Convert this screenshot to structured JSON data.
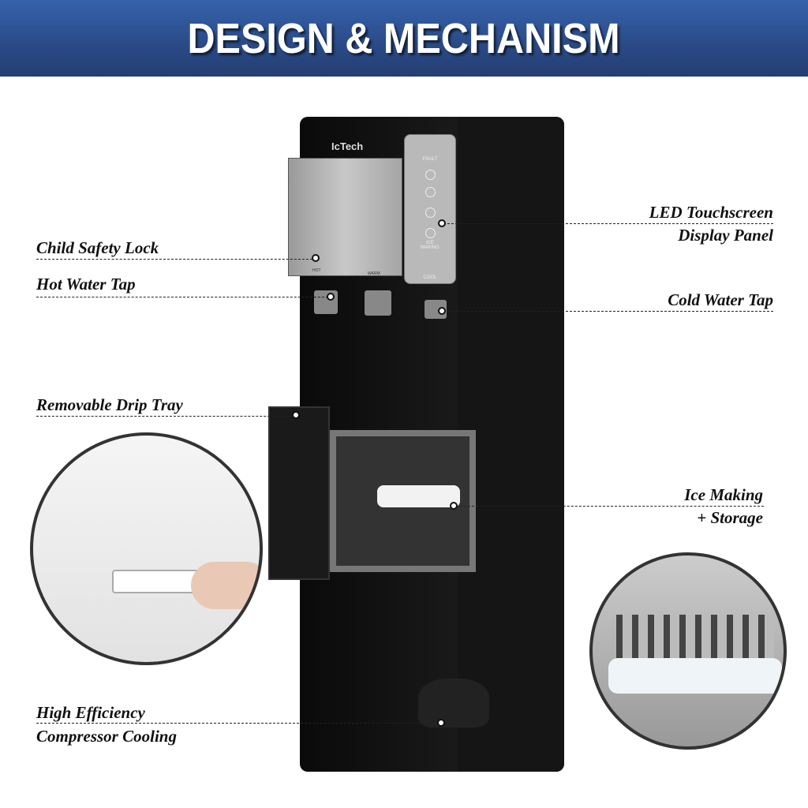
{
  "header": {
    "title": "DESIGN & MECHANISM"
  },
  "product": {
    "brand": "IcTech",
    "panel_labels": {
      "fault": "FAULT",
      "ice_making": "ICE MAKING"
    },
    "tap_labels": {
      "hot": "HOT",
      "warm": "WARM",
      "cool": "COOL"
    }
  },
  "callouts": {
    "child_lock": "Child Safety Lock",
    "hot_tap": "Hot Water Tap",
    "drip_tray": "Removable Drip Tray",
    "compressor_1": "High Efficiency",
    "compressor_2": "Compressor Cooling",
    "led_1": "LED Touchscreen",
    "led_2": "Display Panel",
    "cold_tap": "Cold Water Tap",
    "ice_1": "Ice Making",
    "ice_2": "+ Storage"
  },
  "colors": {
    "header_top": "#3663ad",
    "header_bottom": "#243e72",
    "body": "#111111"
  }
}
